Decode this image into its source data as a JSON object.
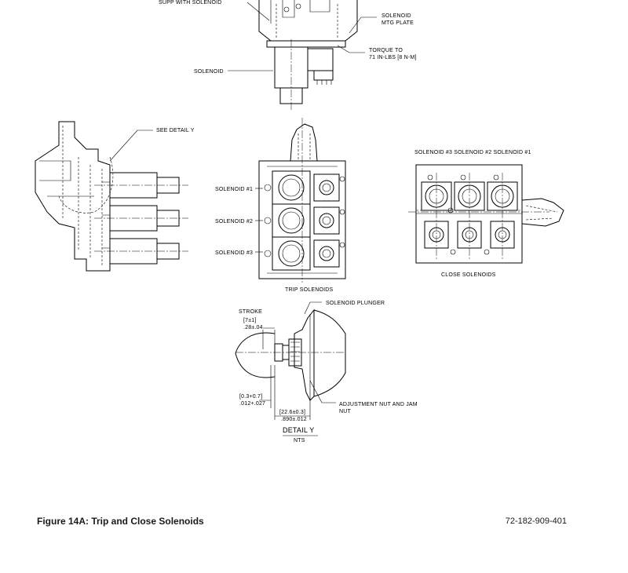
{
  "labels": {
    "supp_with_solenoid": "SUPP WITH SOLENOID",
    "solenoid_mtg_plate_1": "SOLENOID",
    "solenoid_mtg_plate_2": "MTG PLATE",
    "torque_1": "TORQUE TO",
    "torque_2": "71 IN-LBS [8 N-M]",
    "solenoid": "SOLENOID",
    "see_detail_y": "SEE DETAIL Y",
    "trip_solenoid_1": "SOLENOID #1",
    "trip_solenoid_2": "SOLENOID #2",
    "trip_solenoid_3": "SOLENOID #3",
    "close_header": "SOLENOID #3 SOLENOID #2 SOLENOID #1",
    "trip_solenoids": "TRIP SOLENOIDS",
    "close_solenoids": "CLOSE SOLENOIDS",
    "solenoid_plunger": "SOLENOID PLUNGER",
    "stroke": "STROKE",
    "stroke_metric": "[7±1]",
    "stroke_inch": ".28±.04",
    "gap_metric": "[0.3+0.7]",
    "gap_inch": ".012+.027",
    "adj_nut_1": "ADJUSTMENT NUT AND JAM",
    "adj_nut_2": "NUT",
    "len_metric": "[22.6±0.3]",
    "len_inch": ".890±.012",
    "detail_y": "DETAIL Y",
    "nts": "NTS"
  },
  "footer": {
    "caption": "Figure 14A:  Trip and Close Solenoids",
    "doc_number": "72-182-909-401"
  }
}
